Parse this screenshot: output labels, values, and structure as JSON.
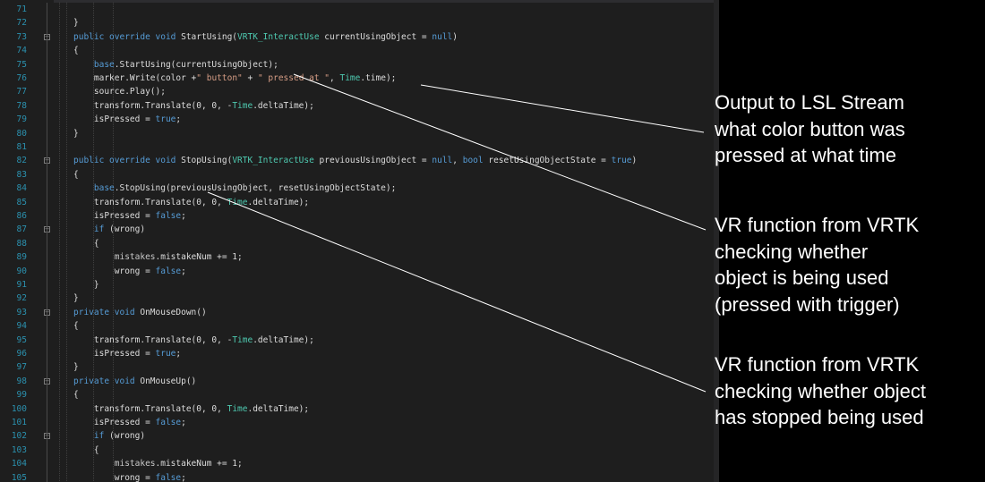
{
  "editor": {
    "line_numbers": [
      "71",
      "72",
      "73",
      "74",
      "75",
      "76",
      "77",
      "78",
      "79",
      "80",
      "81",
      "82",
      "83",
      "84",
      "85",
      "86",
      "87",
      "88",
      "89",
      "90",
      "91",
      "92",
      "93",
      "94",
      "95",
      "96",
      "97",
      "98",
      "99",
      "100",
      "101",
      "102",
      "103",
      "104",
      "105"
    ],
    "lines": [
      [],
      [
        {
          "t": "}",
          "c": ""
        }
      ],
      [
        {
          "t": "public override void ",
          "c": "kw"
        },
        {
          "t": "StartUsing(",
          "c": ""
        },
        {
          "t": "VRTK_InteractUse",
          "c": "ty"
        },
        {
          "t": " currentUsingObject = ",
          "c": ""
        },
        {
          "t": "null",
          "c": "kw"
        },
        {
          "t": ")",
          "c": ""
        }
      ],
      [
        {
          "t": "{",
          "c": ""
        }
      ],
      [
        {
          "t": "    base",
          "c": "kw"
        },
        {
          "t": ".StartUsing(currentUsingObject);",
          "c": ""
        }
      ],
      [
        {
          "t": "    marker.Write(color +",
          "c": ""
        },
        {
          "t": "\" button\"",
          "c": "st"
        },
        {
          "t": " + ",
          "c": ""
        },
        {
          "t": "\" pressed at \"",
          "c": "st"
        },
        {
          "t": ", ",
          "c": ""
        },
        {
          "t": "Time",
          "c": "ty"
        },
        {
          "t": ".time);",
          "c": ""
        }
      ],
      [
        {
          "t": "    source.Play();",
          "c": ""
        }
      ],
      [
        {
          "t": "    transform.Translate(0, 0, -",
          "c": ""
        },
        {
          "t": "Time",
          "c": "ty"
        },
        {
          "t": ".deltaTime);",
          "c": ""
        }
      ],
      [
        {
          "t": "    isPressed = ",
          "c": ""
        },
        {
          "t": "true",
          "c": "kw"
        },
        {
          "t": ";",
          "c": ""
        }
      ],
      [
        {
          "t": "}",
          "c": ""
        }
      ],
      [],
      [
        {
          "t": "public override void ",
          "c": "kw"
        },
        {
          "t": "StopUsing(",
          "c": ""
        },
        {
          "t": "VRTK_InteractUse",
          "c": "ty"
        },
        {
          "t": " previousUsingObject = ",
          "c": ""
        },
        {
          "t": "null",
          "c": "kw"
        },
        {
          "t": ", ",
          "c": ""
        },
        {
          "t": "bool",
          "c": "kw"
        },
        {
          "t": " resetUsingObjectState = ",
          "c": ""
        },
        {
          "t": "true",
          "c": "kw"
        },
        {
          "t": ")",
          "c": ""
        }
      ],
      [
        {
          "t": "{",
          "c": ""
        }
      ],
      [
        {
          "t": "    base",
          "c": "kw"
        },
        {
          "t": ".StopUsing(previousUsingObject, resetUsingObjectState);",
          "c": ""
        }
      ],
      [
        {
          "t": "    transform.Translate(0, 0, ",
          "c": ""
        },
        {
          "t": "Time",
          "c": "ty"
        },
        {
          "t": ".deltaTime);",
          "c": ""
        }
      ],
      [
        {
          "t": "    isPressed = ",
          "c": ""
        },
        {
          "t": "false",
          "c": "kw"
        },
        {
          "t": ";",
          "c": ""
        }
      ],
      [
        {
          "t": "    if",
          "c": "kw"
        },
        {
          "t": " (wrong)",
          "c": ""
        }
      ],
      [
        {
          "t": "    {",
          "c": ""
        }
      ],
      [
        {
          "t": "        mistakes",
          "c": "id"
        },
        {
          "t": ".mistakeNum += 1;",
          "c": ""
        }
      ],
      [
        {
          "t": "        wrong = ",
          "c": ""
        },
        {
          "t": "false",
          "c": "kw"
        },
        {
          "t": ";",
          "c": ""
        }
      ],
      [
        {
          "t": "    }",
          "c": ""
        }
      ],
      [
        {
          "t": "}",
          "c": ""
        }
      ],
      [
        {
          "t": "private void ",
          "c": "kw"
        },
        {
          "t": "OnMouseDown()",
          "c": ""
        }
      ],
      [
        {
          "t": "{",
          "c": ""
        }
      ],
      [
        {
          "t": "    transform.Translate(0, 0, -",
          "c": ""
        },
        {
          "t": "Time",
          "c": "ty"
        },
        {
          "t": ".deltaTime);",
          "c": ""
        }
      ],
      [
        {
          "t": "    isPressed = ",
          "c": ""
        },
        {
          "t": "true",
          "c": "kw"
        },
        {
          "t": ";",
          "c": ""
        }
      ],
      [
        {
          "t": "}",
          "c": ""
        }
      ],
      [
        {
          "t": "private void ",
          "c": "kw"
        },
        {
          "t": "OnMouseUp()",
          "c": ""
        }
      ],
      [
        {
          "t": "{",
          "c": ""
        }
      ],
      [
        {
          "t": "    transform.Translate(0, 0, ",
          "c": ""
        },
        {
          "t": "Time",
          "c": "ty"
        },
        {
          "t": ".deltaTime);",
          "c": ""
        }
      ],
      [
        {
          "t": "    isPressed = ",
          "c": ""
        },
        {
          "t": "false",
          "c": "kw"
        },
        {
          "t": ";",
          "c": ""
        }
      ],
      [
        {
          "t": "    if",
          "c": "kw"
        },
        {
          "t": " (wrong)",
          "c": ""
        }
      ],
      [
        {
          "t": "    {",
          "c": ""
        }
      ],
      [
        {
          "t": "        mistakes",
          "c": "id"
        },
        {
          "t": ".mistakeNum += 1;",
          "c": ""
        }
      ],
      [
        {
          "t": "        wrong = ",
          "c": ""
        },
        {
          "t": "false",
          "c": "kw"
        },
        {
          "t": ";",
          "c": ""
        }
      ]
    ],
    "fold_markers": [
      "73",
      "82",
      "87",
      "93",
      "98",
      "102"
    ],
    "colors": {
      "background": "#1e1e1e",
      "line_number": "#2b91af",
      "keyword": "#569cd6",
      "type": "#4ec9b0",
      "string": "#d69d85",
      "text": "#dcdcdc"
    }
  },
  "annotations": {
    "lsl_output": "Output to LSL Stream\nwhat color button was\npressed at what time",
    "start_using": "VR function from VRTK\nchecking whether\nobject is being used\n(pressed with trigger)",
    "stop_using": "VR function from VRTK\nchecking whether object\nhas stopped being used"
  }
}
